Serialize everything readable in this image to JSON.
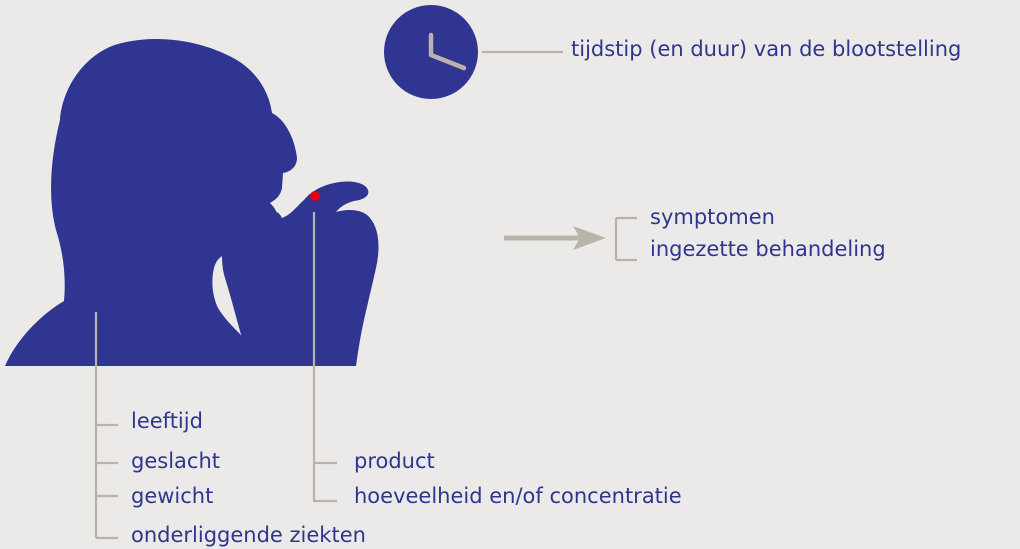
{
  "colors": {
    "silhouette": "#2f3590",
    "connector": "#bab3a9",
    "pill": "#e20613",
    "clock_hands": "#bab3a9",
    "background": "#ebeae8"
  },
  "icons": {
    "person": "person-taking-pill-silhouette",
    "clock": "clock-icon",
    "arrow": "arrow-right-icon"
  },
  "labels": {
    "time": "tijdstip (en duur) van de blootstelling",
    "symptoms": "symptomen",
    "treatment": "ingezette behandeling",
    "age": "leeftijd",
    "sex": "geslacht",
    "weight": "gewicht",
    "conditions": "onderliggende ziekten",
    "product": "product",
    "amount": "hoeveelheid en/of concentratie"
  }
}
